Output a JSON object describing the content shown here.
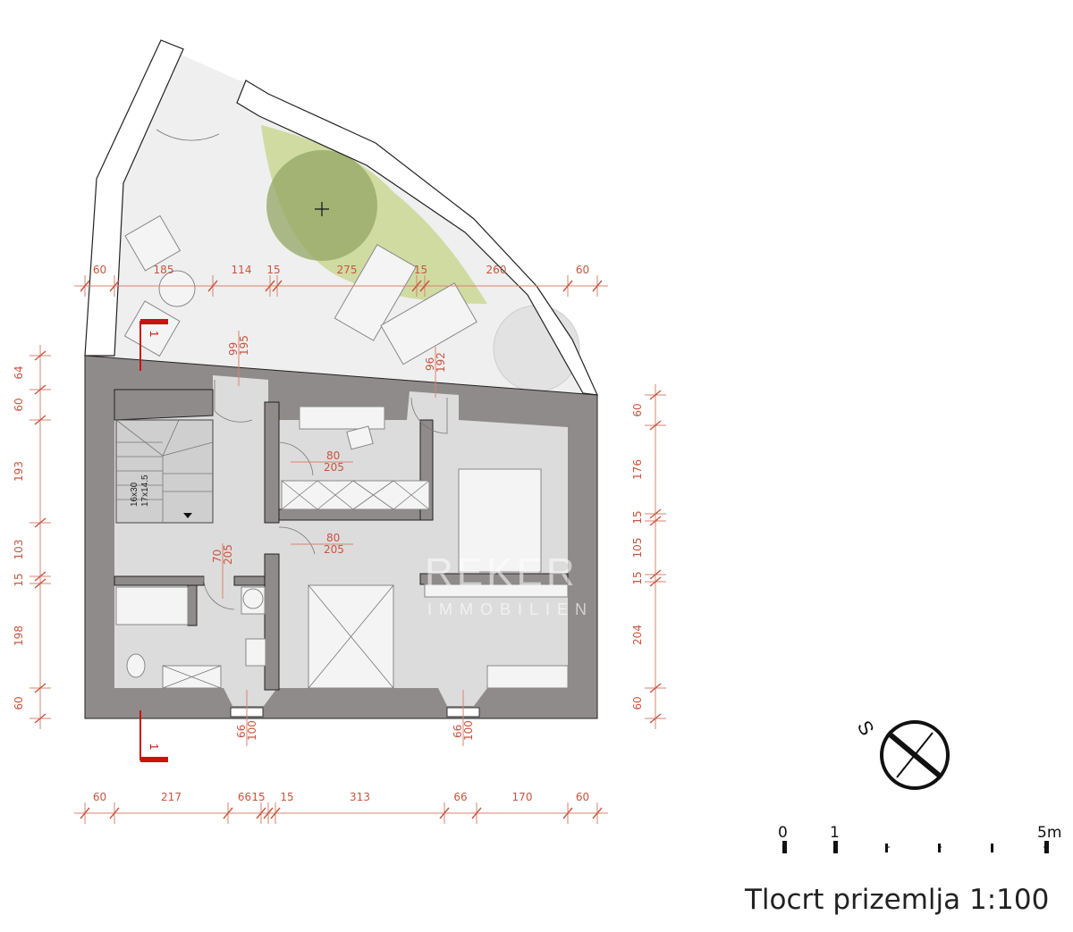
{
  "title": "Tlocrt prizemlja 1:100",
  "watermark": {
    "line1": "REKER",
    "line2": "IMMOBILIEN"
  },
  "dimensions": {
    "top": [
      "60",
      "185",
      "114",
      "15",
      "275",
      "15",
      "260",
      "60"
    ],
    "left": [
      "64",
      "60",
      "193",
      "103",
      "15",
      "198",
      "60"
    ],
    "right": [
      "60",
      "176",
      "15",
      "105",
      "15",
      "204",
      "60"
    ],
    "bottom": [
      "60",
      "217",
      "66",
      "15",
      "15",
      "313",
      "66",
      "170",
      "60"
    ]
  },
  "openings": {
    "terrace_door_left": {
      "w": "99",
      "h": "195"
    },
    "terrace_door_right": {
      "w": "96",
      "h": "192"
    },
    "bedroom1_door": {
      "w": "80",
      "h": "205"
    },
    "bedroom2_door": {
      "w": "80",
      "h": "205"
    },
    "bathroom_door": {
      "w": "70",
      "h": "205"
    },
    "window_left": {
      "w": "66",
      "h": "100"
    },
    "window_right": {
      "w": "66",
      "h": "100"
    }
  },
  "stair": {
    "line1": "16x30",
    "line2": "17x14.5"
  },
  "section_marker": "1",
  "compass": "S",
  "scale_bar": {
    "labels": [
      "0",
      "1",
      "5m"
    ]
  },
  "colors": {
    "dimension": "#c8553f",
    "wall": "#8f8b8a",
    "section": "#cc1111",
    "garden": "#c4d48a"
  }
}
